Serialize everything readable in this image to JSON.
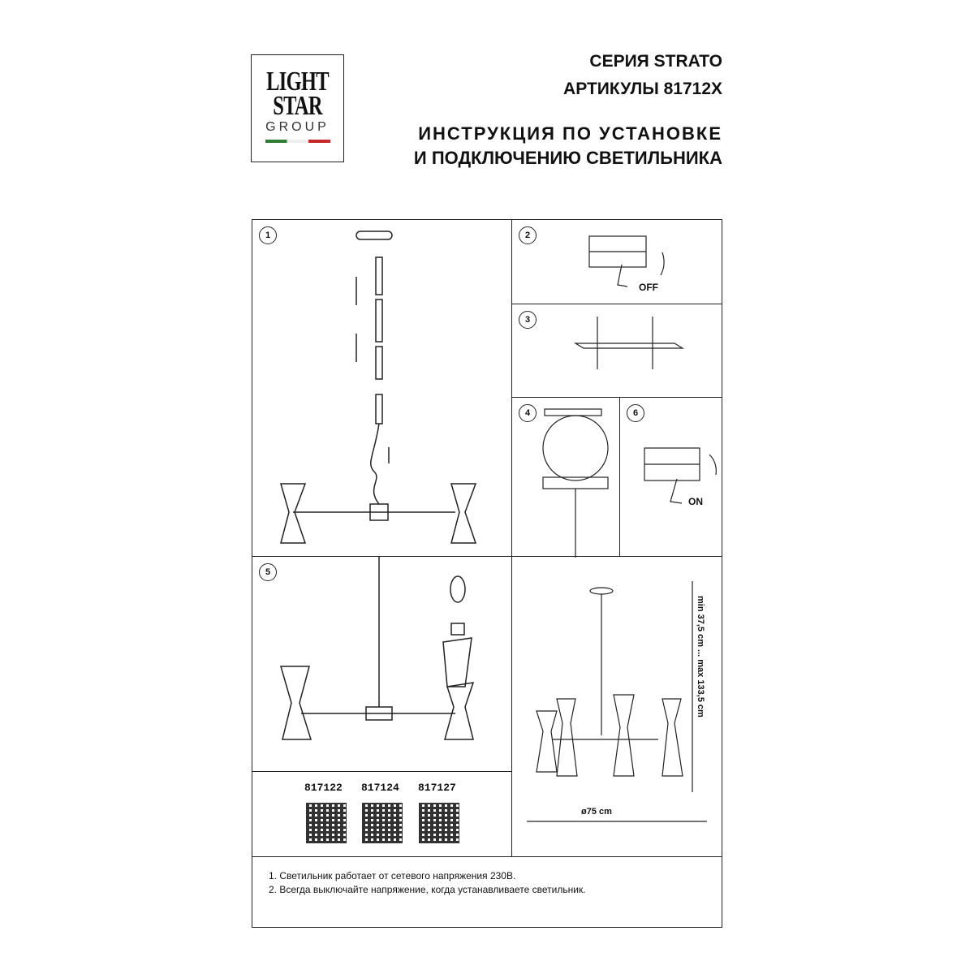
{
  "logo": {
    "line1": "LIGHT",
    "line2": "STAR",
    "line3": "GROUP"
  },
  "header": {
    "series": "СЕРИЯ STRATO",
    "articles": "АРТИКУЛЫ 81712X",
    "title_line1": "ИНСТРУКЦИЯ ПО УСТАНОВКЕ",
    "title_line2": "И ПОДКЛЮЧЕНИЮ СВЕТИЛЬНИКА"
  },
  "steps": {
    "s1": "1",
    "s2": "2",
    "s3": "3",
    "s4": "4",
    "s5": "5",
    "s6": "6"
  },
  "labels": {
    "off": "OFF",
    "on": "ON",
    "diameter": "ø75 cm",
    "height": "min 37,5 cm ... max 133,5 cm"
  },
  "codes": [
    "817122",
    "817124",
    "817127"
  ],
  "notes": [
    "1. Светильник работает от сетевого напряжения 230В.",
    "2. Всегда выключайте напряжение, когда устанавливаете светильник."
  ]
}
